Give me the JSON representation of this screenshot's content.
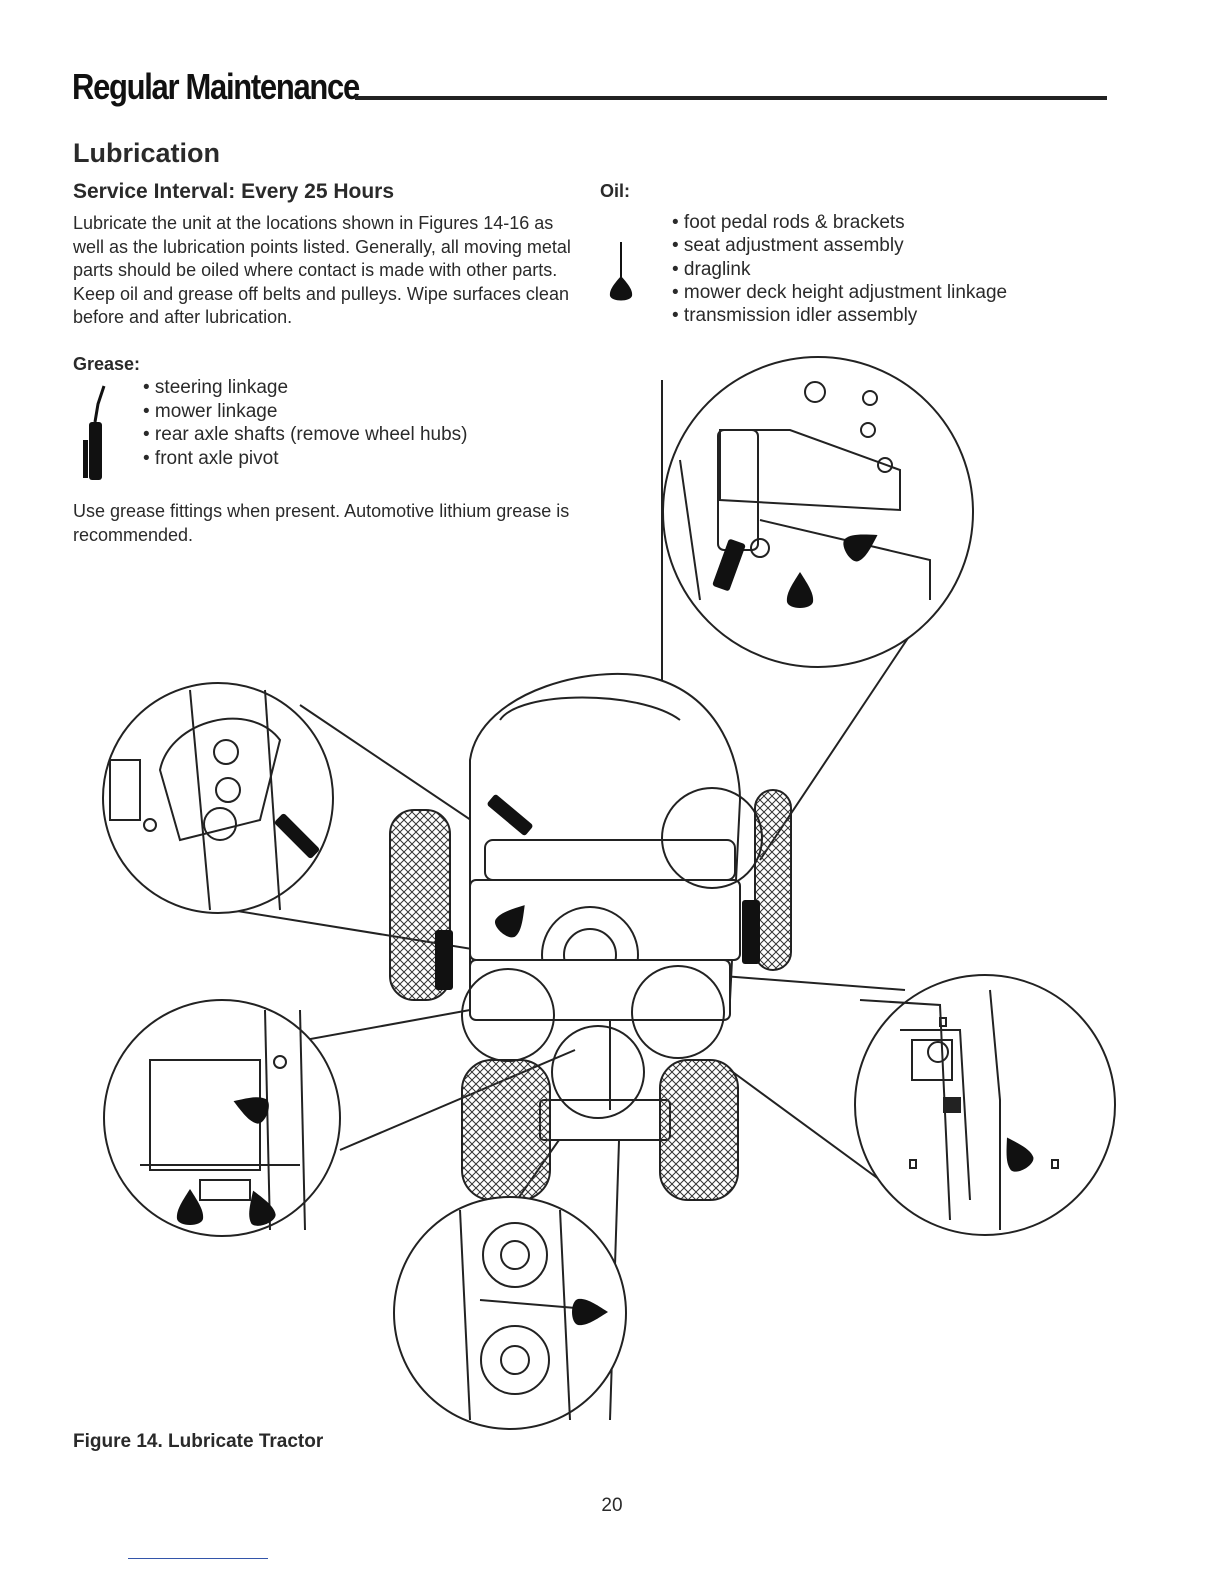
{
  "header": {
    "title": "Regular Maintenance"
  },
  "section": {
    "title": "Lubrication",
    "subtitle": "Service Interval: Every 25 Hours",
    "body": "Lubricate the unit at the locations shown in Figures 14-16 as well as the lubrication points listed. Generally, all moving metal parts should be oiled where contact is made with other parts. Keep oil and grease off belts and pulleys. Wipe surfaces clean before and after lubrication."
  },
  "grease": {
    "label": "Grease:",
    "icon": "grease-gun-icon",
    "items": [
      "• steering linkage",
      "• mower linkage",
      "• rear axle shafts (remove wheel hubs)",
      "• front axle pivot"
    ],
    "note": "Use grease fittings when present. Automotive lithium grease is recommended."
  },
  "oil": {
    "label": "Oil:",
    "icon": "oil-can-icon",
    "items": [
      "• foot pedal rods & brackets",
      "• seat adjustment assembly",
      "• draglink",
      "• mower deck height adjustment linkage",
      "• transmission idler assembly"
    ]
  },
  "figure": {
    "caption": "Figure 14. Lubricate Tractor"
  },
  "page": {
    "number": "20"
  }
}
